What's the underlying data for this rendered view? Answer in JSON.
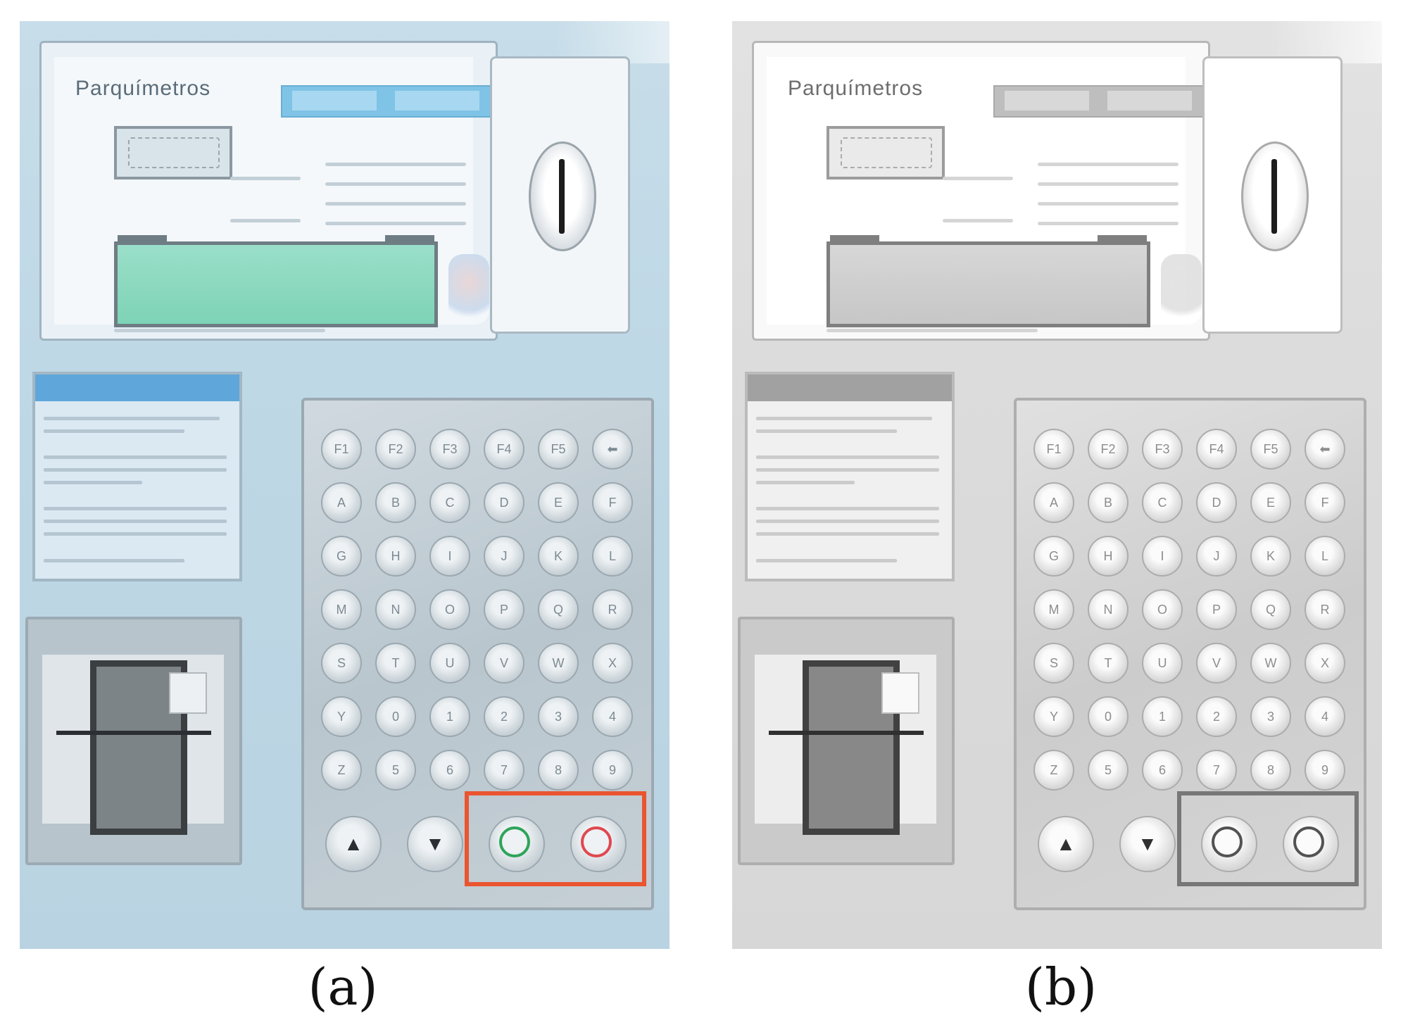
{
  "figure": {
    "panels": [
      {
        "id": "a",
        "caption": "(a)",
        "mode": "color",
        "key_ok_color": "#2ea45a",
        "key_cancel_color": "#e0484f"
      },
      {
        "id": "b",
        "caption": "(b)",
        "mode": "grayscale",
        "key_ok_color": "#4a5056",
        "key_cancel_color": "#4a5056"
      }
    ],
    "highlight_color": "#ea5530",
    "function_keys": [
      "F1",
      "F2",
      "F3",
      "F4",
      "F5",
      "⬅"
    ],
    "key_rows": [
      [
        "A",
        "B",
        "C",
        "D",
        "E",
        "F"
      ],
      [
        "G",
        "H",
        "I",
        "J",
        "K",
        "L"
      ],
      [
        "M",
        "N",
        "O",
        "P",
        "Q",
        "R"
      ],
      [
        "S",
        "T",
        "U",
        "V",
        "W",
        "X"
      ],
      [
        "Y",
        "0",
        "1",
        "2",
        "3",
        "4"
      ],
      [
        "Z",
        "5",
        "6",
        "7",
        "8",
        "9"
      ]
    ],
    "nav_keys": [
      "▲",
      "▼"
    ],
    "screen_brand": "Parquímetros"
  }
}
